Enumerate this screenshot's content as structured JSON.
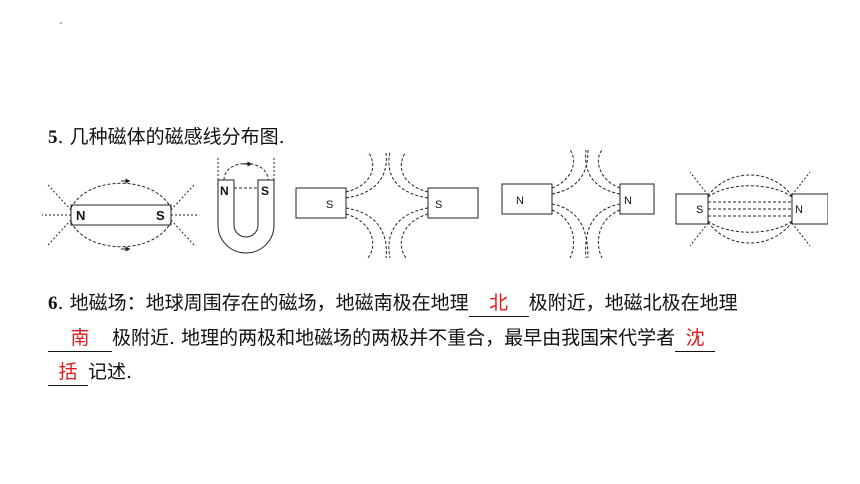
{
  "q5": {
    "number": "5",
    "text": ". 几种磁体的磁感线分布图."
  },
  "figures": {
    "bar_magnet": {
      "north": "N",
      "south": "S"
    },
    "u_magnet": {
      "north": "N",
      "south": "S"
    },
    "like_poles_s": {
      "left": "S",
      "right": "S"
    },
    "like_poles_n": {
      "left": "N",
      "right": "N"
    },
    "unlike_poles": {
      "left": "S",
      "right": "N"
    }
  },
  "q6": {
    "number": "6",
    "part1": ". 地磁场：地球周围存在的磁场，地磁南极在地理",
    "blank1": "北",
    "part2": "极附近，地磁北极在地理",
    "blank2": "南",
    "part3": "极附近. 地理的两极和地磁场的两极并不重合，最早由我国宋代学者",
    "blank3a": "沈",
    "blank3b": "括",
    "part4": "记述."
  }
}
